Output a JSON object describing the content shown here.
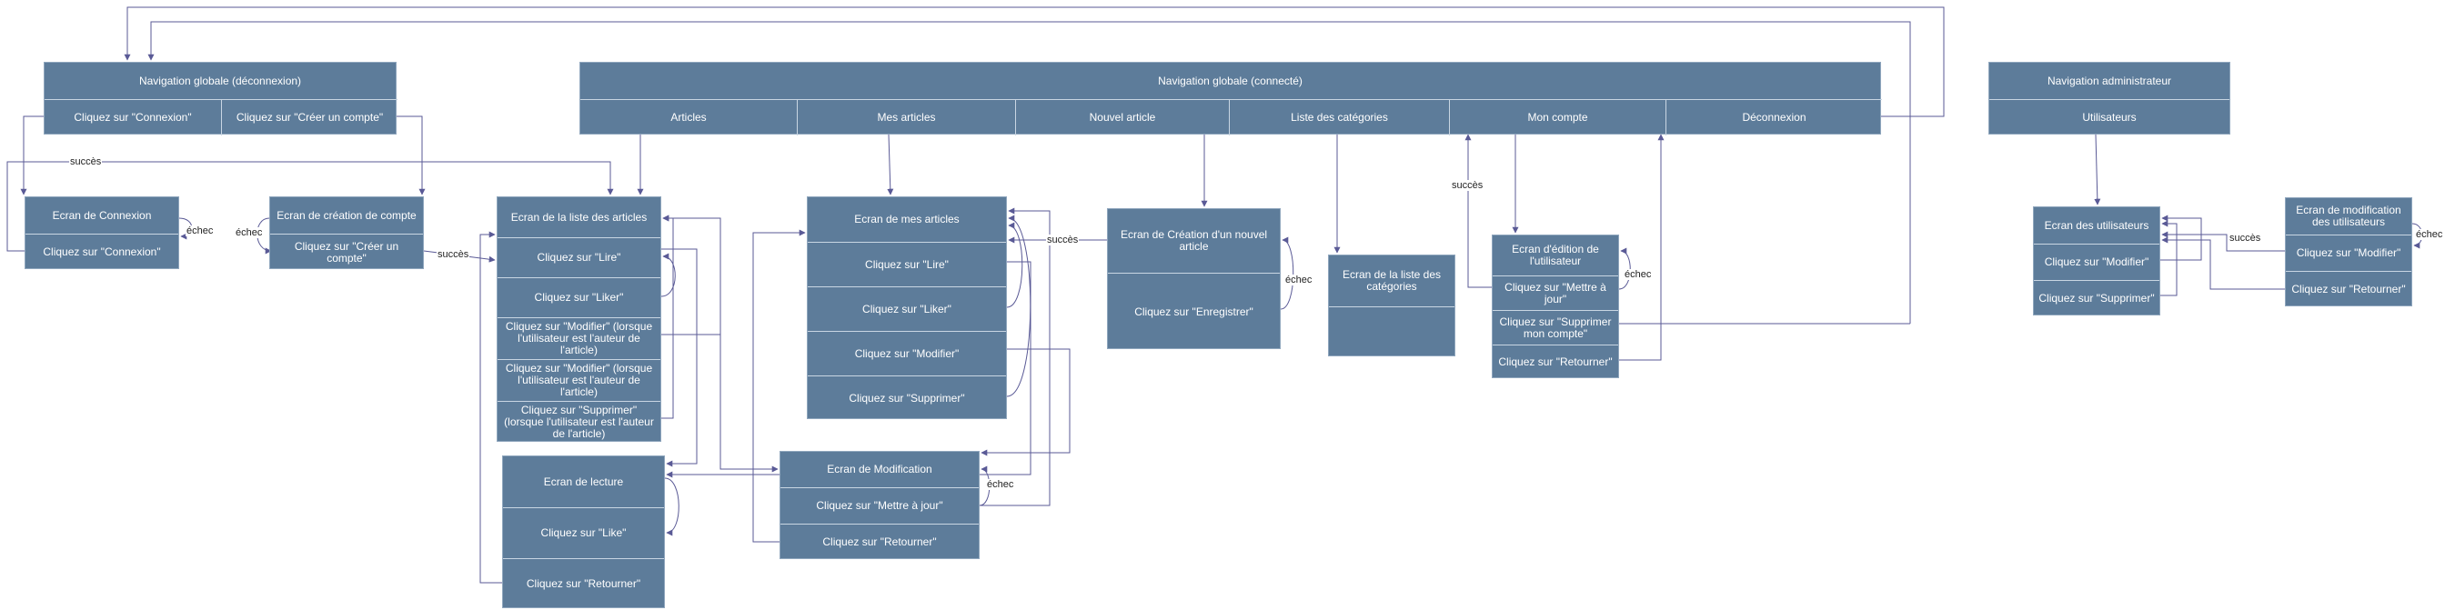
{
  "colors": {
    "box_fill": "#5d7c9a",
    "box_text": "#ffffff",
    "edge": "#5a5a96",
    "label_text": "#222222"
  },
  "nav_global_deconnexion": {
    "title": "Navigation globale (déconnexion)",
    "items": [
      "Cliquez sur \"Connexion\"",
      "Cliquez sur \"Créer un compte\""
    ]
  },
  "nav_global_connecte": {
    "title": "Navigation globale (connecté)",
    "items": [
      "Articles",
      "Mes articles",
      "Nouvel article",
      "Liste des catégories",
      "Mon compte",
      "Déconnexion"
    ]
  },
  "nav_admin": {
    "title": "Navigation administrateur",
    "items": [
      "Utilisateurs"
    ]
  },
  "ecran_connexion": {
    "title": "Ecran de Connexion",
    "items": [
      "Cliquez sur \"Connexion\""
    ]
  },
  "ecran_creation_compte": {
    "title": "Ecran de création de compte",
    "items": [
      "Cliquez sur \"Créer un compte\""
    ]
  },
  "ecran_liste_articles": {
    "title": "Ecran de la liste des articles",
    "items": [
      "Cliquez sur \"Lire\"",
      "Cliquez sur \"Liker\"",
      "Cliquez sur \"Modifier\" (lorsque l'utilisateur est l'auteur de l'article)",
      "Cliquez sur \"Modifier\" (lorsque l'utilisateur est l'auteur de l'article)",
      "Cliquez sur \"Supprimer\" (lorsque l'utilisateur est l'auteur de l'article)"
    ]
  },
  "ecran_lecture": {
    "title": "Ecran de lecture",
    "items": [
      "Cliquez sur \"Like\"",
      "Cliquez sur \"Retourner\""
    ]
  },
  "ecran_mes_articles": {
    "title": "Ecran de mes articles",
    "items": [
      "Cliquez sur \"Lire\"",
      "Cliquez sur \"Liker\"",
      "Cliquez sur \"Modifier\"",
      "Cliquez sur \"Supprimer\""
    ]
  },
  "ecran_modification": {
    "title": "Ecran de Modification",
    "items": [
      "Cliquez sur \"Mettre à jour\"",
      "Cliquez sur \"Retourner\""
    ]
  },
  "ecran_creation_article": {
    "title": "Ecran de Création d'un nouvel article",
    "items": [
      "Cliquez sur \"Enregistrer\""
    ]
  },
  "ecran_liste_categories": {
    "title": "Ecran de la liste des catégories",
    "items": [
      ""
    ]
  },
  "ecran_edition_utilisateur": {
    "title": "Ecran d'édition de l'utilisateur",
    "items": [
      "Cliquez sur \"Mettre à jour\"",
      "Cliquez sur \"Supprimer mon compte\"",
      "Cliquez sur \"Retourner\""
    ]
  },
  "ecran_utilisateurs": {
    "title": "Ecran des utilisateurs",
    "items": [
      "Cliquez sur \"Modifier\"",
      "Cliquez sur \"Supprimer\""
    ]
  },
  "ecran_modif_utilisateurs": {
    "title": "Ecran de modification des utilisateurs",
    "items": [
      "Cliquez sur \"Modifier\"",
      "Cliquez sur \"Retourner\""
    ]
  },
  "edge_labels": {
    "succes": "succès",
    "echec": "échec"
  }
}
